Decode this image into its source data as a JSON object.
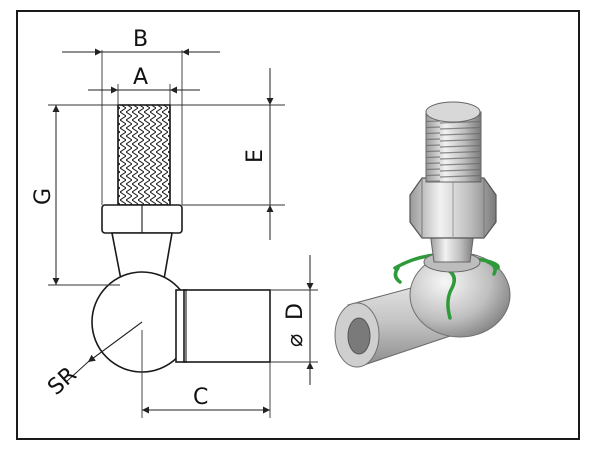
{
  "labels": {
    "A": "A",
    "B": "B",
    "C": "C",
    "D": "D",
    "E": "E",
    "G": "G",
    "SR": "SR",
    "diameter_symbol": "⌀"
  },
  "colors": {
    "frame": "#1a1a1a",
    "render_metal_light": "#e6e6e6",
    "render_metal_dark": "#8a8a8a",
    "clip_green": "#2e9a3a"
  }
}
